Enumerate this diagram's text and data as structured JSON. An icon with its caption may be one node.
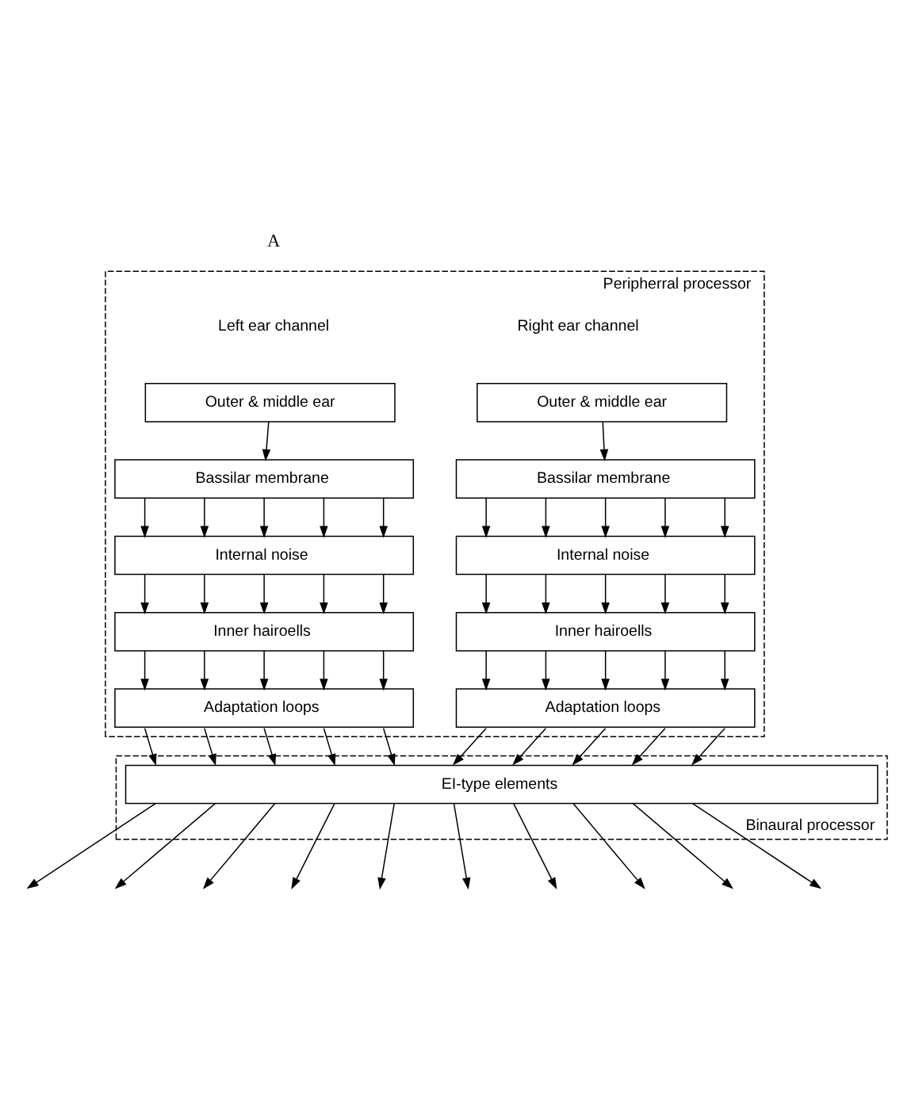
{
  "diagram": {
    "nodes": [
      {
        "text": [
          "Peripherral processor"
        ]
      },
      {
        "text": [
          "Outer & middle ear"
        ],
        "in": 0
      },
      {
        "text": [
          "Bassilar membrane"
        ],
        "in": 0
      },
      {
        "text": [
          "Internal noise"
        ],
        "in": 0
      },
      {
        "text": [
          "Inner hairoells"
        ],
        "in": 0
      },
      {
        "text": [
          "Adaptation loops"
        ],
        "in": 0
      },
      {
        "text": [
          "Outer & middle ear"
        ],
        "in": 0
      },
      {
        "text": [
          "Bassilar membrane"
        ],
        "in": 0
      },
      {
        "text": [
          "Internal noise"
        ],
        "in": 0
      },
      {
        "text": [
          "Inner hairoells"
        ],
        "in": 0
      },
      {
        "text": [
          "Adaptation loops"
        ],
        "in": 0
      },
      {
        "text": [
          "Binaural processor"
        ]
      },
      {
        "text": [
          "EI-type elements"
        ],
        "in": 11
      }
    ],
    "edges": [
      {
        "from": 1,
        "to": 2,
        "arrow": "to"
      },
      {
        "from": 2,
        "to": 3,
        "arrow": "to"
      },
      {
        "from": 2,
        "to": 3,
        "arrow": "to"
      },
      {
        "from": 2,
        "to": 3,
        "arrow": "to"
      },
      {
        "from": 2,
        "to": 3,
        "arrow": "to"
      },
      {
        "from": 2,
        "to": 3,
        "arrow": "to"
      },
      {
        "from": 3,
        "to": 4,
        "arrow": "to"
      },
      {
        "from": 3,
        "to": 4,
        "arrow": "to"
      },
      {
        "from": 3,
        "to": 4,
        "arrow": "to"
      },
      {
        "from": 3,
        "to": 4,
        "arrow": "to"
      },
      {
        "from": 3,
        "to": 4,
        "arrow": "to"
      },
      {
        "from": 4,
        "to": 5,
        "arrow": "to"
      },
      {
        "from": 4,
        "to": 5,
        "arrow": "to"
      },
      {
        "from": 4,
        "to": 5,
        "arrow": "to"
      },
      {
        "from": 4,
        "to": 5,
        "arrow": "to"
      },
      {
        "from": 4,
        "to": 5,
        "arrow": "to"
      },
      {
        "from": 5,
        "to": 12,
        "arrow": "to"
      },
      {
        "from": 5,
        "to": 12,
        "arrow": "to"
      },
      {
        "from": 5,
        "to": 12,
        "arrow": "to"
      },
      {
        "from": 5,
        "to": 12,
        "arrow": "to"
      },
      {
        "from": 5,
        "to": 12,
        "arrow": "to"
      },
      {
        "from": 6,
        "to": 7,
        "arrow": "to"
      },
      {
        "from": 7,
        "to": 8,
        "arrow": "to"
      },
      {
        "from": 7,
        "to": 8,
        "arrow": "to"
      },
      {
        "from": 7,
        "to": 8,
        "arrow": "to"
      },
      {
        "from": 7,
        "to": 8,
        "arrow": "to"
      },
      {
        "from": 7,
        "to": 8,
        "arrow": "to"
      },
      {
        "from": 8,
        "to": 9,
        "arrow": "to"
      },
      {
        "from": 8,
        "to": 9,
        "arrow": "to"
      },
      {
        "from": 8,
        "to": 9,
        "arrow": "to"
      },
      {
        "from": 8,
        "to": 9,
        "arrow": "to"
      },
      {
        "from": 8,
        "to": 9,
        "arrow": "to"
      },
      {
        "from": 9,
        "to": 10,
        "arrow": "to"
      },
      {
        "from": 9,
        "to": 10,
        "arrow": "to"
      },
      {
        "from": 9,
        "to": 10,
        "arrow": "to"
      },
      {
        "from": 9,
        "to": 10,
        "arrow": "to"
      },
      {
        "from": 9,
        "to": 10,
        "arrow": "to"
      },
      {
        "from": 10,
        "to": 12,
        "arrow": "to"
      },
      {
        "from": 10,
        "to": 12,
        "arrow": "to"
      },
      {
        "from": 10,
        "to": 12,
        "arrow": "to"
      },
      {
        "from": 10,
        "to": 12,
        "arrow": "to"
      },
      {
        "from": 10,
        "to": 12,
        "arrow": "to"
      },
      {
        "from": 12,
        "to": null,
        "arrow": "to"
      },
      {
        "from": 12,
        "to": null,
        "arrow": "to"
      },
      {
        "from": 12,
        "to": null,
        "arrow": "to"
      },
      {
        "from": 12,
        "to": null,
        "arrow": "to"
      },
      {
        "from": 12,
        "to": null,
        "arrow": "to"
      },
      {
        "from": 12,
        "to": null,
        "arrow": "to"
      },
      {
        "from": 12,
        "to": null,
        "arrow": "to"
      },
      {
        "from": 12,
        "to": null,
        "arrow": "to"
      },
      {
        "from": 12,
        "to": null,
        "arrow": "to"
      },
      {
        "from": 12,
        "to": null,
        "arrow": "to"
      }
    ],
    "labels": [
      "A",
      "Left ear channel",
      "Right ear channel"
    ]
  }
}
